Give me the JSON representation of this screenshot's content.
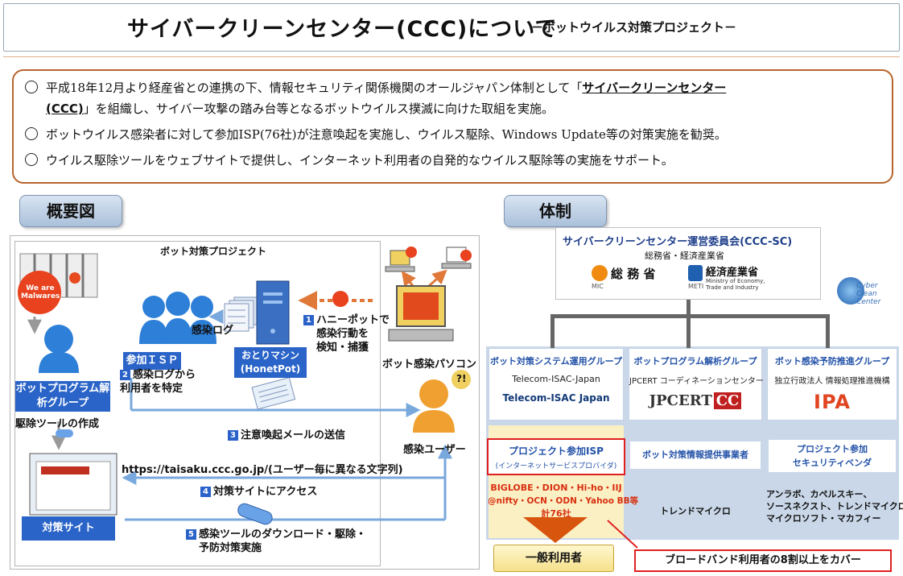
{
  "title": {
    "main": "サイバークリーンセンター(CCC)について",
    "sub": "－ボットウイルス対策プロジェクト－"
  },
  "summary": {
    "bullet1_line1_pre": "平成18年12月より経産省との連携の下、情報セキュリティ関係機関のオールジャパン体制として「",
    "bullet1_highlight1": "サイバークリーンセンター",
    "bullet1_highlight2": "(CCC)",
    "bullet1_line2_post": "」を組織し、サイバー攻撃の踏み台等となるボットウイルス撲滅に向けた取組を実施。",
    "bullet2": "ボットウイルス感染者に対して参加ISP(76社)が注意喚起を実施し、ウイルス駆除、Windows Update等の対策実施を勧奨。",
    "bullet3": "ウイルス駆除ツールをウェブサイトで提供し、インターネット利用者の自発的なウイルス駆除等の実施をサポート。"
  },
  "overview": {
    "label": "概要図",
    "project_title": "ボット対策プロジェクト",
    "we_are_malwares": "We are Malwares",
    "bot_group": "ボットプログラム解析グループ",
    "removal_tool": "駆除ツールの作成",
    "participating_isp": "参加ＩＳＰ",
    "infection_log": "感染ログ",
    "honeypot_name": "おとりマシン",
    "honeypot_sub": "(HonetPot)",
    "step1_num": "1",
    "step1_l1": "ハニーポットで",
    "step1_l2": "感染行動を",
    "step1_l3": "検知・捕獲",
    "infected_pc": "ボット感染パソコン",
    "step2_num": "2",
    "step2_l1": "感染ログから",
    "step2_l2": "利用者を特定",
    "step3_num": "3",
    "step3": "注意喚起メールの送信",
    "infected_user": "感染ユーザー",
    "question": "?!",
    "url": "https://taisaku.ccc.go.jp/(ユーザー毎に異なる文字列)",
    "step4_num": "4",
    "step4": "対策サイトにアクセス",
    "countermeasure_site": "対策サイト",
    "step5_num": "5",
    "step5_l1": "感染ツールのダウンロード・駆除・",
    "step5_l2": "予防対策実施"
  },
  "structure": {
    "label": "体制",
    "committee": "サイバークリーンセンター運営委員会(CCC-SC)",
    "ministries": "総務省・経済産業省",
    "mic_name": "総 務 省",
    "mic_abbr": "MIC",
    "meti_name": "経済産業省",
    "meti_abbr": "METI",
    "meti_en": "Ministry of Economy, Trade and Industry",
    "ccc_logo_l1": "Cyber",
    "ccc_logo_l2": "Clean",
    "ccc_logo_l3": "Center",
    "g1_title": "ボット対策システム運用グループ",
    "g1_org": "Telecom-ISAC-Japan",
    "g1_logo": "Telecom-ISAC Japan",
    "g2_title": "ボットプログラム解析グループ",
    "g2_org": "JPCERT コーディネーションセンター",
    "g2_logo_a": "JPCERT",
    "g2_logo_b": "CC",
    "g3_title": "ボット感染予防推進グループ",
    "g3_org": "独立行政法人 情報処理推進機構",
    "g3_logo": "IPA",
    "isp_title": "プロジェクト参加ISP",
    "isp_sub": "(インターネットサービスプロバイダ)",
    "isp_list_l1": "BIGLOBE・DION・Hi-ho・IIJ",
    "isp_list_l2": "@nifty・OCN・ODN・Yahoo BB等",
    "isp_list_l3": "計76社",
    "info_provider": "ボット対策情報提供事業者",
    "info_provider_member": "トレンドマイクロ",
    "vendor_l1": "プロジェクト参加",
    "vendor_l2": "セキュリティベンダ",
    "vendor_list_l1": "アンラボ、カペルスキー、",
    "vendor_list_l2": "ソースネクスト、トレンドマイクロ",
    "vendor_list_l3": "マイクロソフト・マカフィー",
    "general_users": "一般利用者",
    "coverage_note": "ブロードバンド利用者の8割以上をカバー"
  }
}
